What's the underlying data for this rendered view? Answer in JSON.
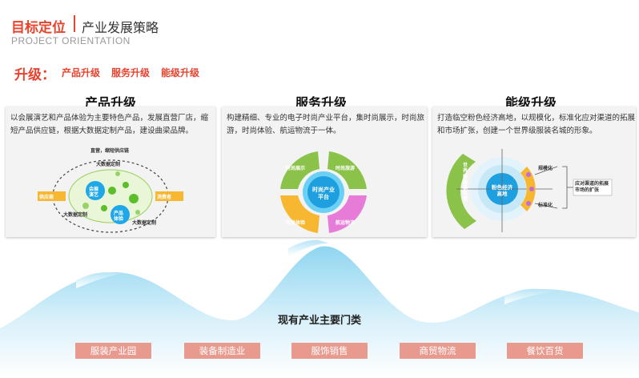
{
  "header": {
    "title_main": "目标定位",
    "title_sub": "产业发展策略",
    "title_en": "PROJECT ORIENTATION"
  },
  "upgrade": {
    "label": "升级：",
    "tags": [
      "产品升级",
      "服务升级",
      "能级升级"
    ]
  },
  "cards": [
    {
      "title": "产品升级",
      "text": "以会展演艺和产品体验为主要特色产品，发展直营厂店，缩短产品供应链，根据大数据定制产品，建设曲梁品牌。",
      "diagram": {
        "arc_top": "直营，缩短供应链",
        "arc_top2": "大数据定制",
        "left_box": "供应商",
        "right_box": "消费者",
        "circle1": "会展演艺",
        "circle2": "产品体验",
        "arc_left": "大数据定制",
        "arc_right": "大数据定制"
      }
    },
    {
      "title": "服务升级",
      "text": "构建精细、专业的电子时尚产业平台，集时尚展示，时尚旅游，时尚体验、航运物流于一体。",
      "diagram": {
        "center": "时尚产业平台",
        "seg_tl": "时尚展示",
        "seg_tr": "时尚旅游",
        "seg_bl": "时尚体验",
        "seg_br": "航运物流"
      }
    },
    {
      "title": "能级升级",
      "text": "打造临空粉色经济高地，以规模化，标准化应对渠道的拓展和市场扩张，创建一个世界级服装名城的形象。",
      "diagram": {
        "center": "粉色经济高地",
        "arc_left": "世界级服装名城",
        "label_top": "规模化",
        "label_bottom": "标准化",
        "box": "应对渠道的拓展市场的扩张"
      }
    }
  ],
  "bottom": {
    "title": "现有产业主要门类",
    "buttons": [
      "服装产业园",
      "装备制造业",
      "服饰销售",
      "商贸物流",
      "餐饮百货"
    ]
  },
  "colors": {
    "accent": "#e8432e",
    "button": "#e99a8f",
    "mountain": "#8fd3ee"
  }
}
